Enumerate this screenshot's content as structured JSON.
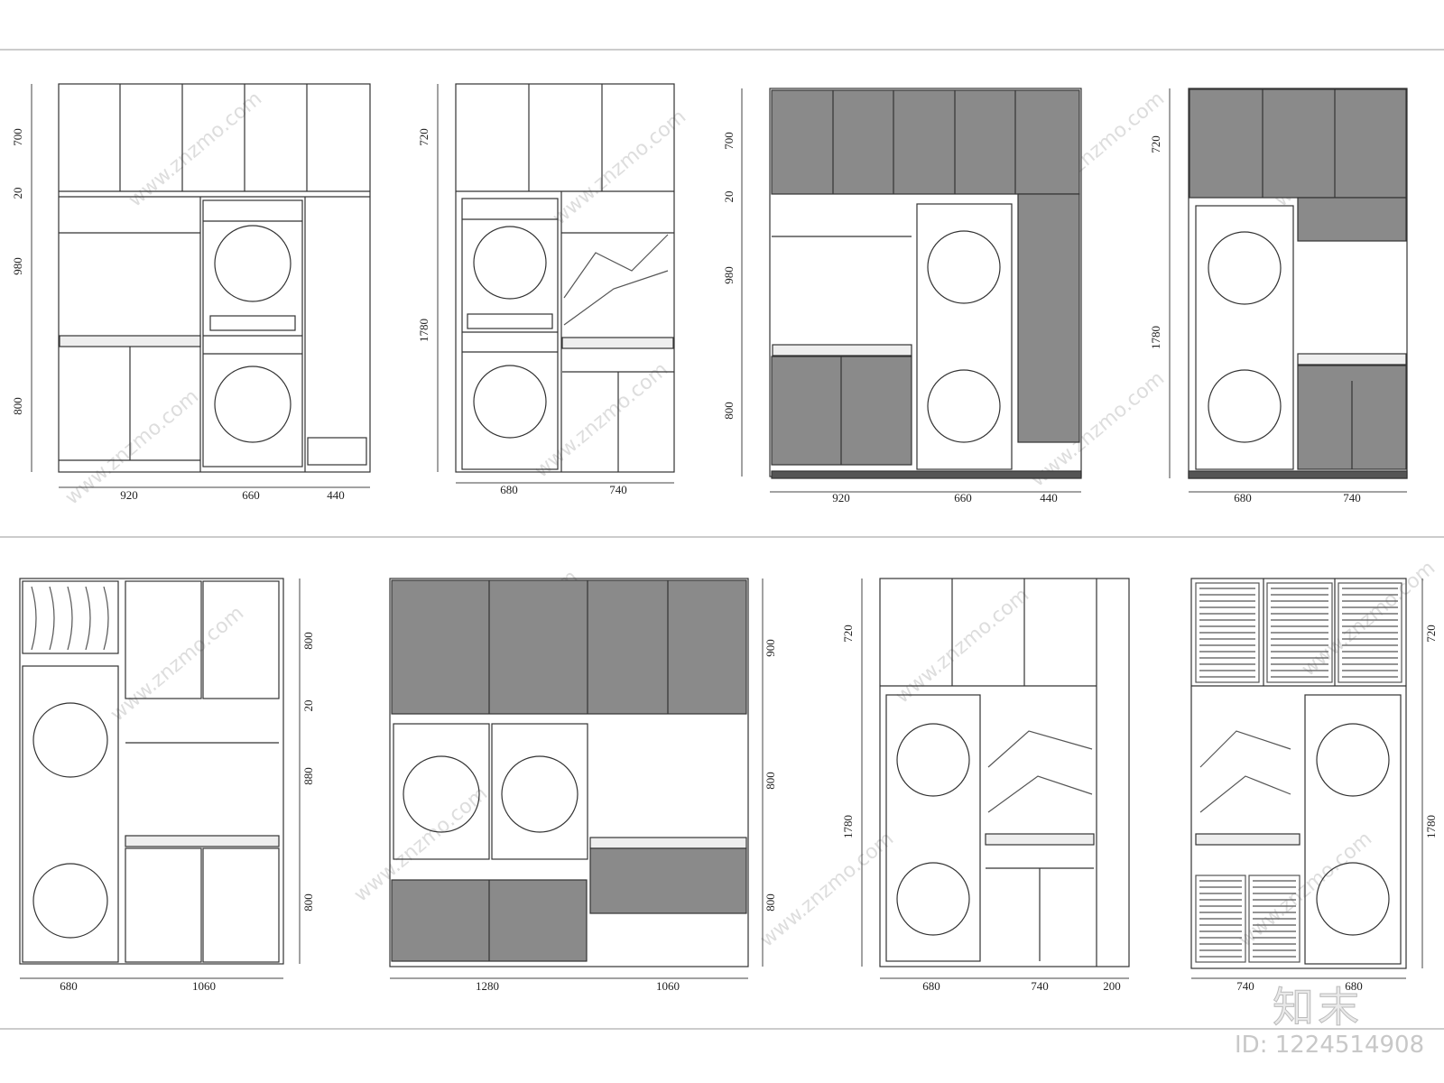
{
  "watermark_text": "www.znzmo.com",
  "brand_mark": "知末",
  "image_id": "ID: 1224514908",
  "colors": {
    "line": "#333333",
    "panel_gray": "#8a8a8a",
    "stone": "#eeeeee"
  },
  "elevations": [
    {
      "left_dims": [
        "700",
        "20",
        "980",
        "800"
      ],
      "bottom_dims": [
        "920",
        "660",
        "440"
      ]
    },
    {
      "left_dims": [
        "720",
        "1780"
      ],
      "bottom_dims": [
        "680",
        "740"
      ]
    },
    {
      "left_dims": [
        "700",
        "20",
        "980",
        "800"
      ],
      "bottom_dims": [
        "920",
        "660",
        "440"
      ]
    },
    {
      "left_dims": [
        "720",
        "1780"
      ],
      "bottom_dims": [
        "680",
        "740"
      ]
    },
    {
      "right_dims": [
        "800",
        "20",
        "880",
        "800"
      ],
      "bottom_dims": [
        "680",
        "1060"
      ]
    },
    {
      "right_dims": [
        "900",
        "800",
        "800"
      ],
      "bottom_dims": [
        "1280",
        "1060"
      ]
    },
    {
      "left_dims": [
        "720",
        "1780"
      ],
      "bottom_dims": [
        "680",
        "740",
        "200"
      ]
    },
    {
      "right_dims": [
        "720",
        "1780"
      ],
      "bottom_dims": [
        "740",
        "680"
      ]
    }
  ]
}
